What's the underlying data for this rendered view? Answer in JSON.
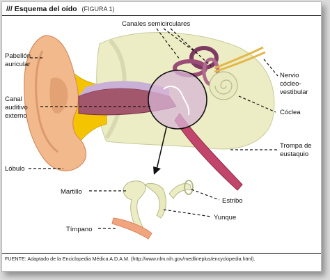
{
  "header": {
    "prefix": "///",
    "title": "Esquema del oído",
    "figure": "(FIGURA 1)"
  },
  "labels": {
    "pabellon_l1": "Pabellón",
    "pabellon_l2": "auricular",
    "canal_l1": "Canal",
    "canal_l2": "auditivo",
    "canal_l3": "externo",
    "lobulo": "Lóbulo",
    "canales": "Canales semicirculares",
    "nervio_l1": "Nervio",
    "nervio_l2": "cócleo-",
    "nervio_l3": "vestibular",
    "coclea": "Cóclea",
    "trompa_l1": "Trompa de",
    "trompa_l2": "eustaquio",
    "martillo": "Martillo",
    "estribo": "Estribo",
    "yunque": "Yunque",
    "timpano": "Tímpano"
  },
  "footer": {
    "source": "FUENTE: Adaptado de la Enciclopedia Médica A.D.A.M. (http://www.nlm.nih.gov/medlineplus/encyclopedia.html)."
  },
  "colors": {
    "skin": "#f2b98c",
    "bone": "#ecedc4",
    "canal": "#8e3b55",
    "inner": "#d7b6d6",
    "cartilage": "#f5c400",
    "tube": "#c2466c"
  }
}
